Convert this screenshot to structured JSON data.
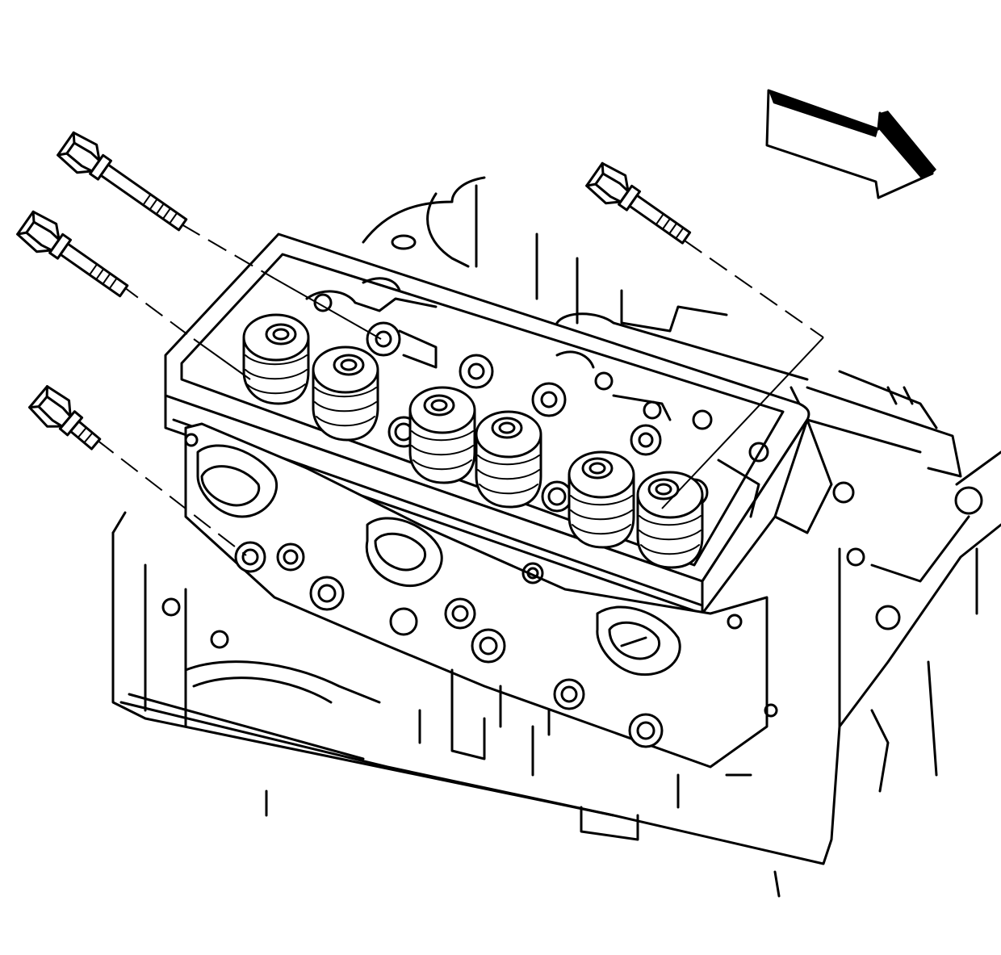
{
  "diagram": {
    "bolts": [
      {
        "id": "bolt-upper-left"
      },
      {
        "id": "bolt-middle-left"
      },
      {
        "id": "bolt-lower-left"
      },
      {
        "id": "bolt-upper-right"
      }
    ],
    "valve_springs": 6,
    "direction_arrow": {
      "icon": "front-direction-arrow-icon",
      "points": "right"
    },
    "colors": {
      "line": "#000000",
      "background": "#ffffff"
    }
  }
}
